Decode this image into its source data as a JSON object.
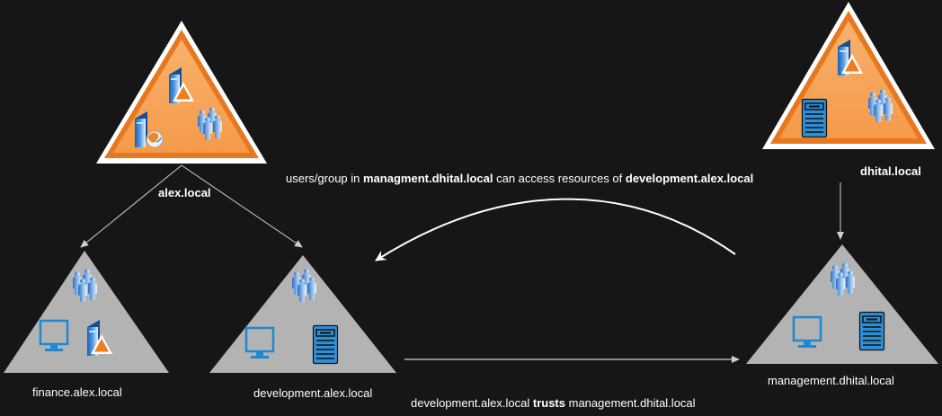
{
  "colors": {
    "background": "#161616",
    "forest_root_fill": "#f5a45b",
    "forest_root_border": "#e8781f",
    "child_domain_fill": "#b3b3b3",
    "connector": "#ffffff",
    "icon_blue": "#1e88d0"
  },
  "domains": {
    "alex_root": {
      "label": "alex.local"
    },
    "dhital_root": {
      "label": "dhital.local"
    },
    "finance": {
      "label": "finance.alex.local"
    },
    "development": {
      "label": "development.alex.local"
    },
    "management": {
      "label": "management.dhital.local"
    }
  },
  "annotations": {
    "access_prefix": "users/group in ",
    "access_domain_a": "managment.dhital.local",
    "access_middle": " can access resources of ",
    "access_domain_b": "development.alex.local",
    "trust_domain_a": "development.alex.local",
    "trust_keyword": "trusts",
    "trust_domain_b": "management.dhital.local"
  },
  "icons": {
    "server_icon": "server-icon",
    "app_server_icon": "application-server-icon",
    "web_server_icon": "web-server-icon",
    "user_group_icon": "user-group-icon",
    "workstation_icon": "workstation-icon",
    "tower_server_icon": "tower-server-icon"
  }
}
